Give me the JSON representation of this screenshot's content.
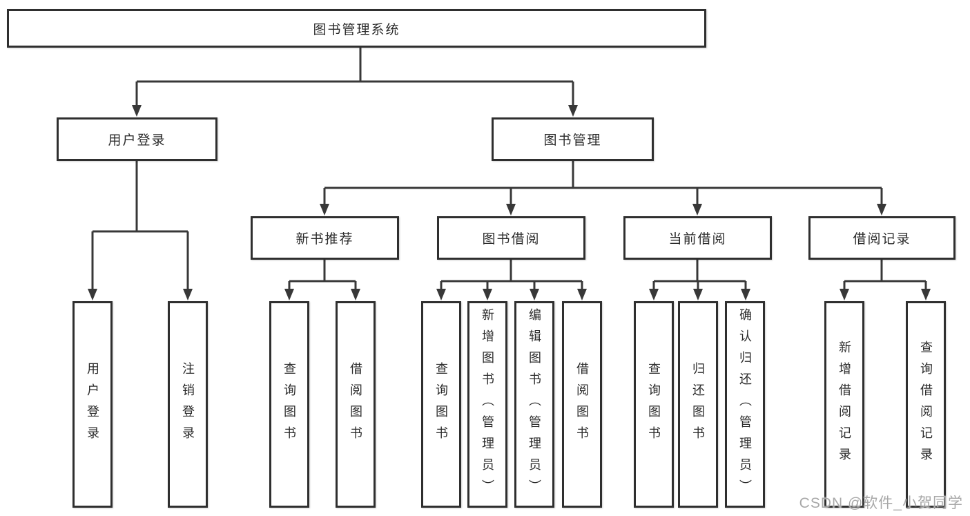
{
  "diagram": {
    "root": {
      "label": "图书管理系统"
    },
    "branches": [
      {
        "label": "用户登录",
        "children": [
          {
            "label": "用户登录"
          },
          {
            "label": "注销登录"
          }
        ]
      },
      {
        "label": "图书管理",
        "children": [
          {
            "label": "新书推荐",
            "children": [
              {
                "label": "查询图书"
              },
              {
                "label": "借阅图书"
              }
            ]
          },
          {
            "label": "图书借阅",
            "children": [
              {
                "label": "查询图书"
              },
              {
                "label": "新增图书（管理员）"
              },
              {
                "label": "编辑图书（管理员）"
              },
              {
                "label": "借阅图书"
              }
            ]
          },
          {
            "label": "当前借阅",
            "children": [
              {
                "label": "查询图书"
              },
              {
                "label": "归还图书"
              },
              {
                "label": "确认归还（管理员）"
              }
            ]
          },
          {
            "label": "借阅记录",
            "children": [
              {
                "label": "新增借阅记录"
              },
              {
                "label": "查询借阅记录"
              }
            ]
          }
        ]
      }
    ],
    "watermark": "CSDN @软件_小贺同学",
    "colors": {
      "line": "#383838",
      "box_border": "#2f2f2f",
      "box_fill": "#ffffff",
      "text": "#2b2b2b",
      "watermark": "#a8a8a8",
      "background": "#ffffff"
    }
  }
}
